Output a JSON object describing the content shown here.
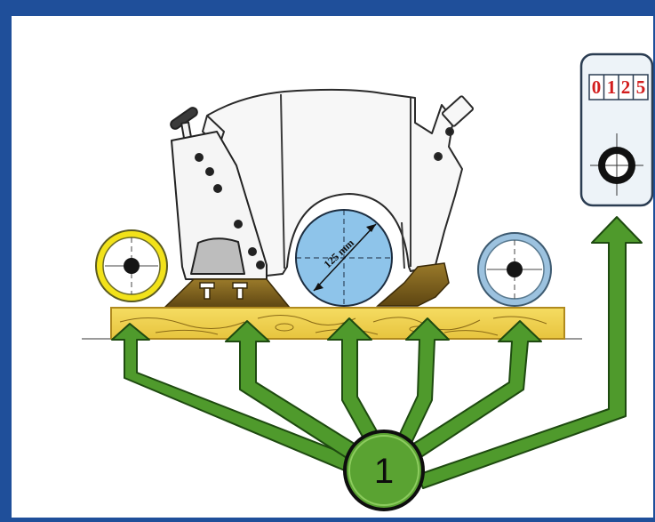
{
  "counter": {
    "digits": [
      "0",
      "1",
      "2",
      "5"
    ]
  },
  "diameter_label": "125 mm",
  "callout": {
    "number": "1"
  },
  "colors": {
    "frame": "#1f4f9a",
    "arrow": "#4f9a2c",
    "wood": "#efd24c",
    "wheel_yellow": "#f2e21a",
    "wheel_blue": "#9cc2df",
    "drum": "#8ec4ea",
    "shoe": "#6e5418"
  }
}
